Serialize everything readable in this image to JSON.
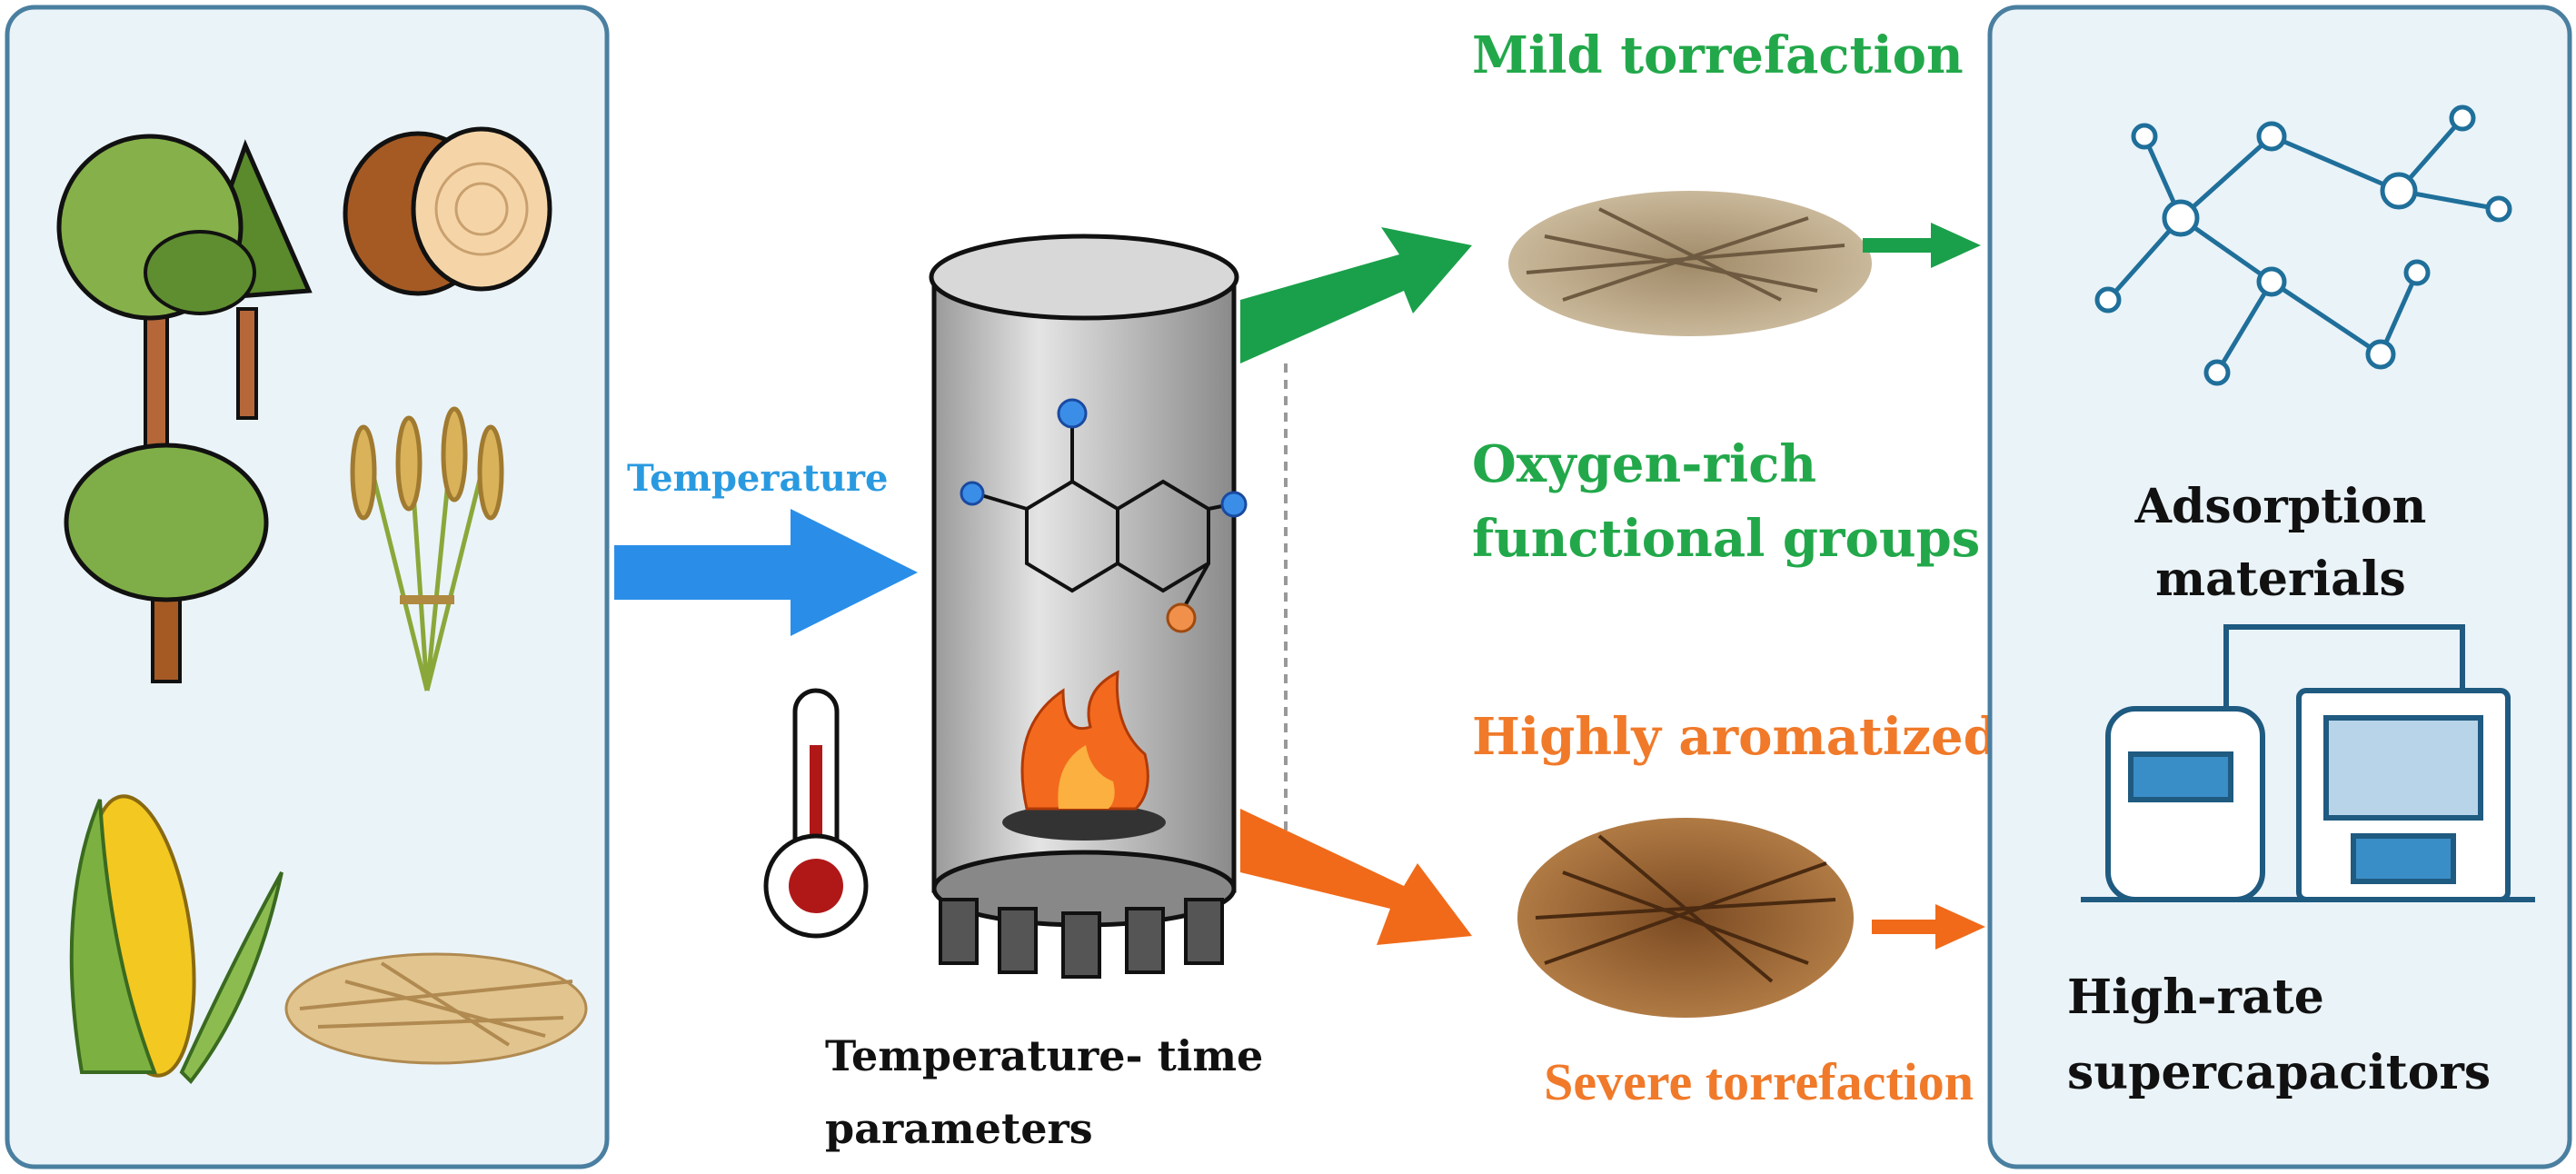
{
  "colors": {
    "green": "#22a84a",
    "orange": "#f07a2a",
    "blue": "#2a9ae0",
    "panel_border": "#4a7fa0",
    "panel_bg": "#eaf3f8",
    "text": "#111111"
  },
  "input_arrow": {
    "label": "Temperature"
  },
  "reactor": {
    "caption_line1": "Temperature- time",
    "caption_line2": "parameters"
  },
  "mild": {
    "title": "Mild torrefaction",
    "desc_line1": "Oxygen-rich",
    "desc_line2": "functional groups"
  },
  "severe": {
    "desc": "Highly aromatized",
    "title": "Severe torrefaction"
  },
  "applications": {
    "adsorption_line1": "Adsorption",
    "adsorption_line2": "materials",
    "supercap_line1": "High-rate",
    "supercap_line2": "supercapacitors"
  }
}
